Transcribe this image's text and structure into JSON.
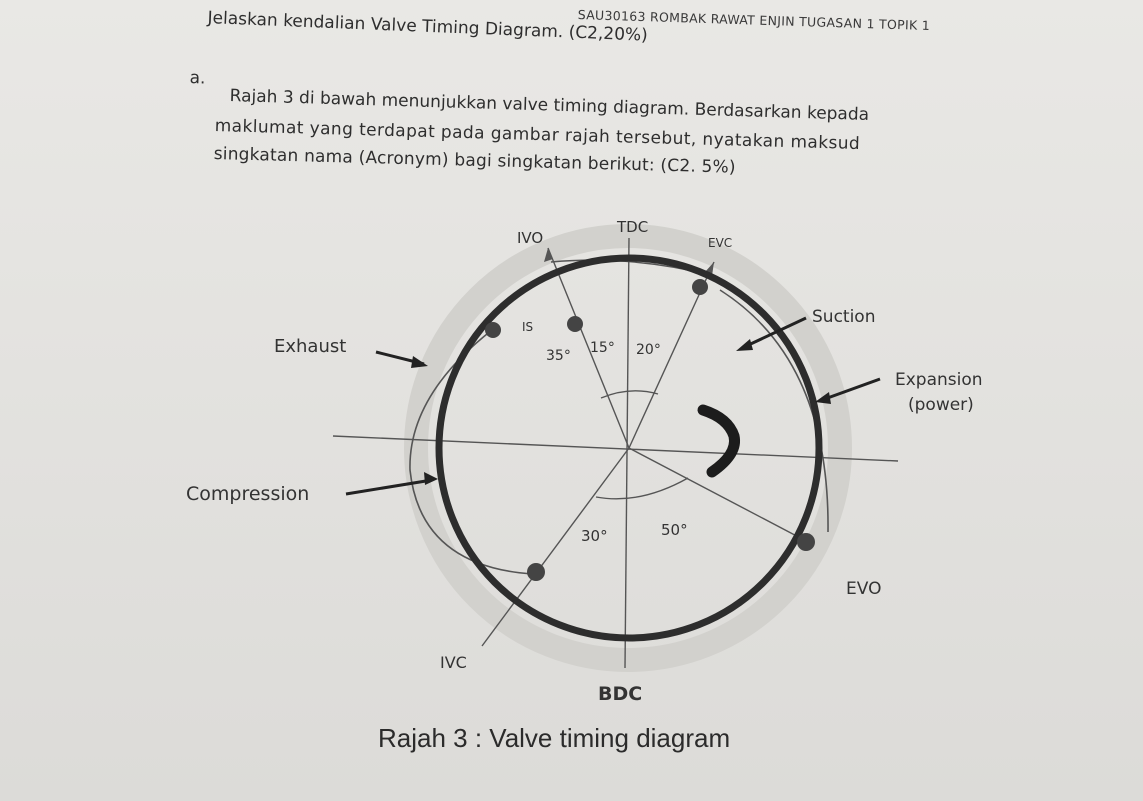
{
  "header": {
    "course_code": "SAU30163 ROMBAK RAWAT ENJIN TUGASAN 1 TOPIK 1",
    "section_title": "Jelaskan kendalian Valve Timing Diagram. (C2,20%)"
  },
  "question": {
    "label": "a.",
    "line1": "Rajah 3 di bawah menunjukkan valve timing diagram. Berdasarkan kepada",
    "line2": "maklumat yang terdapat pada gambar rajah tersebut, nyatakan maksud",
    "line3": "singkatan nama (Acronym) bagi singkatan berikut: (C2. 5%)"
  },
  "diagram": {
    "labels": {
      "ivo": "IVO",
      "tdc": "TDC",
      "evc": "EVC",
      "is": "IS",
      "suction": "Suction",
      "exhaust": "Exhaust",
      "expansion": "Expansion",
      "power": "(power)",
      "compression": "Compression",
      "evo": "EVO",
      "ivc": "IVC",
      "bdc": "BDC"
    },
    "angles": {
      "ivo_before_tdc": "15°",
      "evc_after_tdc": "20°",
      "is_before_tdc": "35°",
      "ivc_after_bdc": "30°",
      "evo_before_bdc": "50°"
    }
  },
  "caption": "Rajah 3 : Valve timing diagram"
}
